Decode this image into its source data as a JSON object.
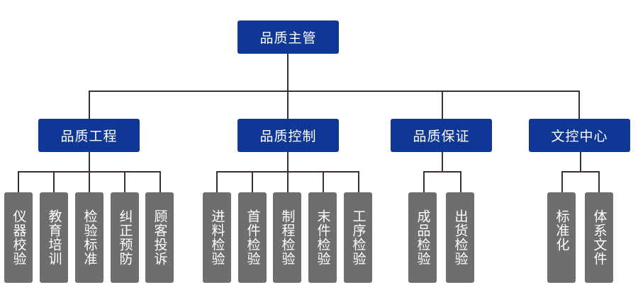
{
  "root": {
    "label": "品质主管",
    "color": "#0f3896"
  },
  "departments": [
    {
      "label": "品质工程",
      "children": [
        "仪器校验",
        "教育培训",
        "检验标准",
        "纠正预防",
        "顾客投诉"
      ]
    },
    {
      "label": "品质控制",
      "children": [
        "进料检验",
        "首件检验",
        "制程检验",
        "末件检验",
        "工序检验"
      ]
    },
    {
      "label": "品质保证",
      "children": [
        "成品检验",
        "出货检验"
      ]
    },
    {
      "label": "文控中心",
      "children": [
        "标准化",
        "体系文件"
      ]
    }
  ],
  "colors": {
    "department": "#0f3896",
    "leaf": "#6e6e6e",
    "connector": "#3a3030"
  }
}
